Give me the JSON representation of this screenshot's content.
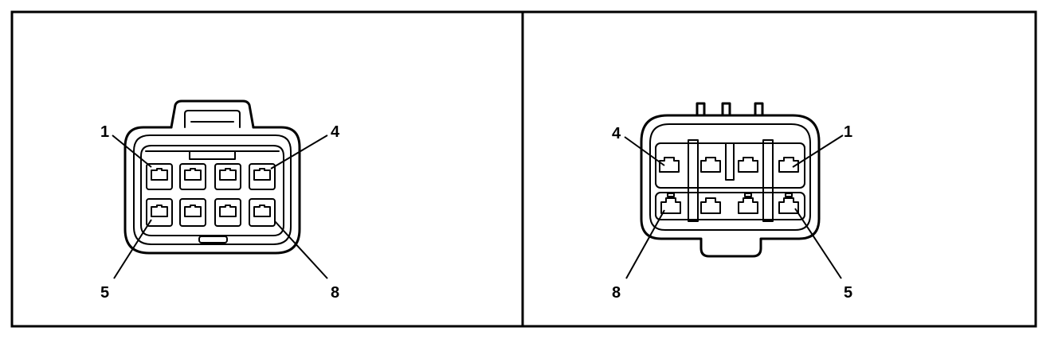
{
  "views": [
    {
      "id": "left",
      "labels": {
        "top_left": "1",
        "top_right": "4",
        "bottom_left": "5",
        "bottom_right": "8"
      }
    },
    {
      "id": "right",
      "labels": {
        "top_left": "4",
        "top_right": "1",
        "bottom_left": "8",
        "bottom_right": "5"
      }
    }
  ],
  "colors": {
    "line": "#000000",
    "background": "#ffffff"
  }
}
